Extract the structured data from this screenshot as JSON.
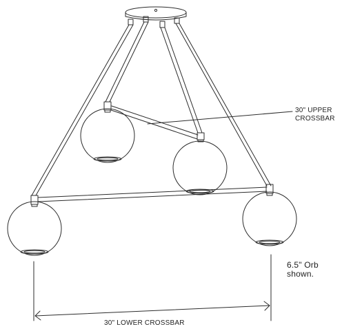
{
  "labels": {
    "upper_crossbar_line1": "30\" UPPER",
    "upper_crossbar_line2": "CROSSBAR",
    "lower_crossbar": "30\" LOWER CROSSBAR",
    "orb_size_line1": "6.5\" Orb",
    "orb_size_line2": "shown."
  },
  "colors": {
    "line": "#2b2b2b",
    "background": "#ffffff"
  }
}
